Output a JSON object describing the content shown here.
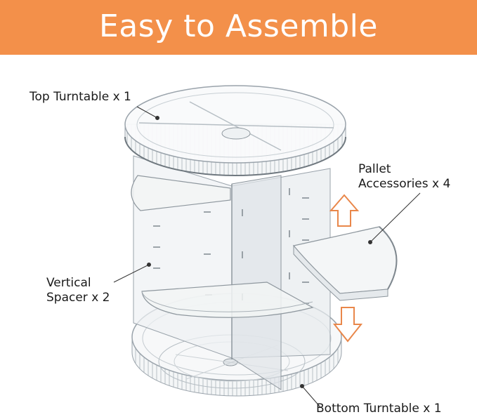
{
  "banner": {
    "title": "Easy to Assemble",
    "background": "#f3904a"
  },
  "labels": {
    "top_turntable": "Top Turntable x 1",
    "pallet_accessories_line1": "Pallet",
    "pallet_accessories_line2": "Accessories x 4",
    "vertical_spacer_line1": "Vertical",
    "vertical_spacer_line2": "Spacer x 2",
    "bottom_turntable": "Bottom Turntable x 1"
  },
  "colors": {
    "arrow": "#e9874a",
    "outline": "#9aa3ab",
    "panel": "#eef1f3"
  },
  "icons": [
    "arrow-up-icon",
    "arrow-down-icon"
  ]
}
